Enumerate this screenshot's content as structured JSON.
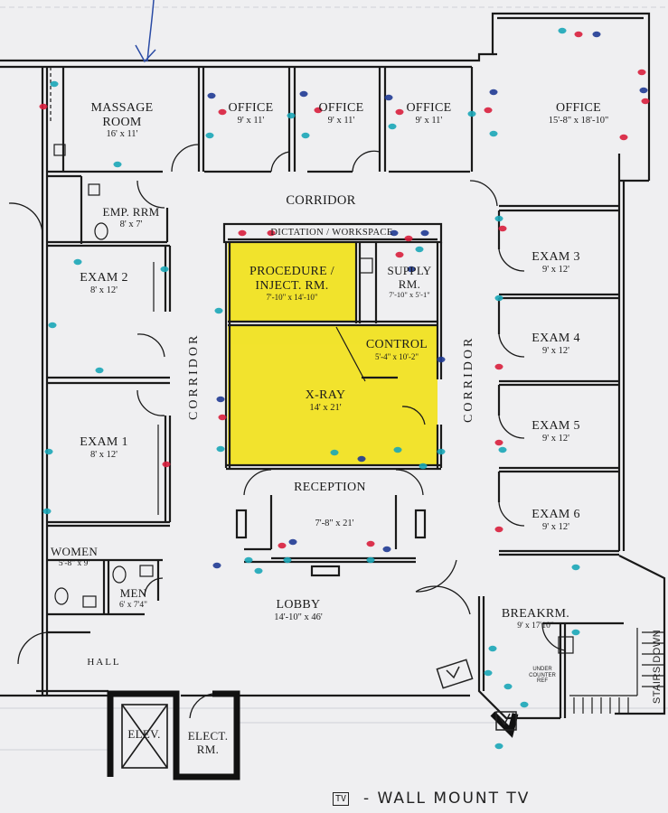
{
  "plan": {
    "rooms": {
      "massage": {
        "name": "MASSAGE\nROOM",
        "size": "16' x 11'"
      },
      "office1": {
        "name": "OFFICE",
        "size": "9' x 11'"
      },
      "office2": {
        "name": "OFFICE",
        "size": "9' x 11'"
      },
      "office3": {
        "name": "OFFICE",
        "size": "9' x 11'"
      },
      "office4": {
        "name": "OFFICE",
        "size": "15'-8\" x 18'-10\""
      },
      "emp_rr": {
        "name": "EMP. RRM",
        "size": "8' x 7'"
      },
      "dictation": {
        "name": "DICTATION / WORKSPACE"
      },
      "procedure": {
        "name": "PROCEDURE /\nINJECT. RM.",
        "size": "7'-10\" x 14'-10\""
      },
      "supply": {
        "name": "SUPPLY\nRM.",
        "size": "7'-10\" x 5'-1\""
      },
      "control": {
        "name": "CONTROL",
        "size": "5'-4\" x 10'-2\""
      },
      "xray": {
        "name": "X-RAY",
        "size": "14' x 21'"
      },
      "exam1": {
        "name": "EXAM 1",
        "size": "8' x 12'"
      },
      "exam2": {
        "name": "EXAM 2",
        "size": "8' x 12'"
      },
      "exam3": {
        "name": "EXAM 3",
        "size": "9' x 12'"
      },
      "exam4": {
        "name": "EXAM 4",
        "size": "9' x 12'"
      },
      "exam5": {
        "name": "EXAM 5",
        "size": "9' x 12'"
      },
      "exam6": {
        "name": "EXAM 6",
        "size": "9' x 12'"
      },
      "reception": {
        "name": "RECEPTION",
        "size": "7'-8\" x 21'"
      },
      "lobby": {
        "name": "LOBBY",
        "size": "14'-10\" x 46'"
      },
      "women": {
        "name": "WOMEN",
        "size": "5'-8\" x 9'"
      },
      "men": {
        "name": "MEN",
        "size": "6' x 7'4\""
      },
      "hall": {
        "name": "HALL"
      },
      "breakrm": {
        "name": "BREAKRM.",
        "size": "9' x 17'10\""
      },
      "elev": {
        "name": "ELEV."
      },
      "elect": {
        "name": "ELECT.\nRM."
      }
    },
    "corridors": {
      "top": "CORRIDOR",
      "left": "CORRIDOR",
      "right": "CORRIDOR"
    },
    "stairs": "STAIRS DOWN",
    "under_counter": "UNDER\nCOUNTER\nREF",
    "legend": {
      "box": "TV",
      "text": "- WALL MOUNT TV"
    },
    "colors": {
      "wall": "#1a1a1a",
      "highlight": "#f2e21c",
      "marker_red": "#d81e3c",
      "marker_blue": "#1f3a93",
      "marker_teal": "#1aa6b7",
      "paper": "#efeff1"
    }
  }
}
